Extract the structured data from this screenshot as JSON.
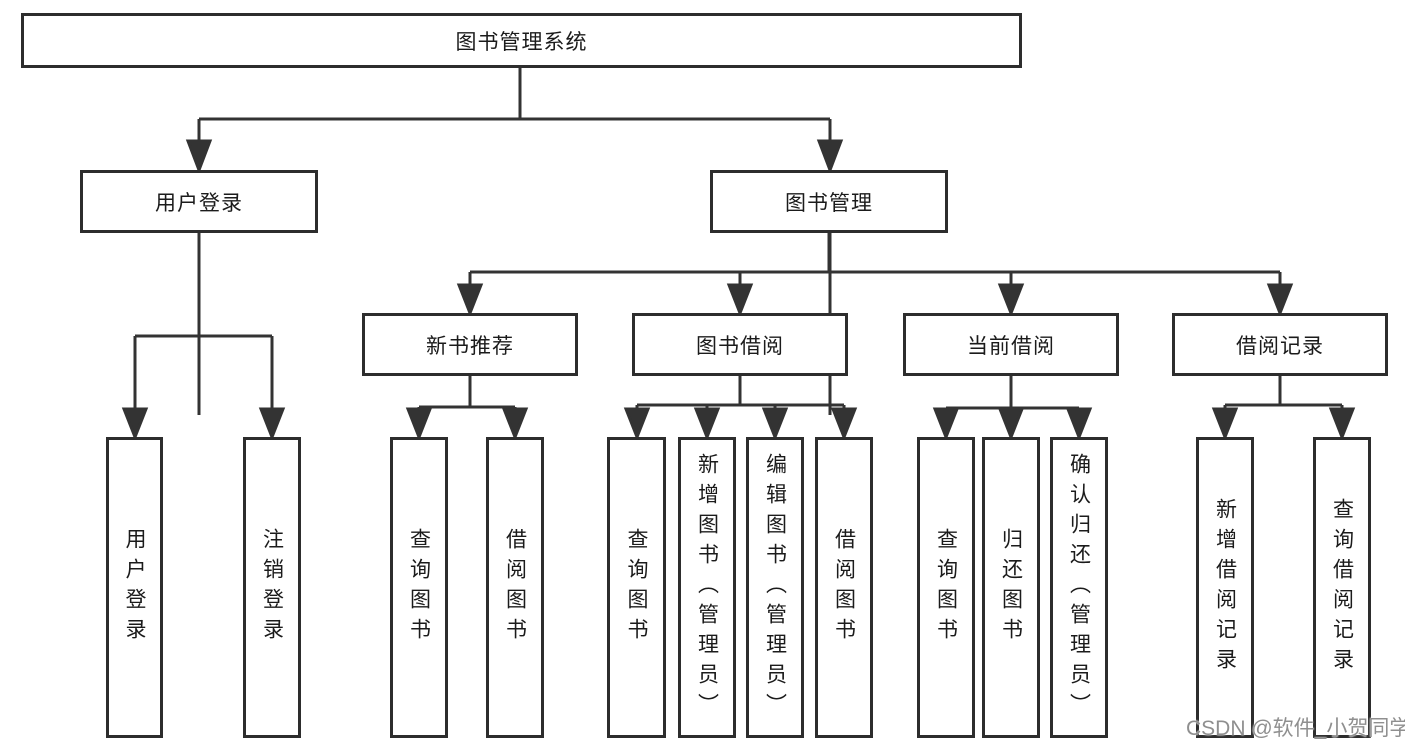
{
  "diagram_title": "图书管理系统",
  "nodes": {
    "root": "图书管理系统",
    "user_login": "用户登录",
    "book_mgmt": "图书管理",
    "new_book_rec": "新书推荐",
    "book_borrow": "图书借阅",
    "current_borrow": "当前借阅",
    "borrow_record": "借阅记录",
    "leaf_user_login": "用户登录",
    "leaf_logout": "注销登录",
    "nbr_query_book": "查询图书",
    "nbr_borrow_book": "借阅图书",
    "bb_query_book": "查询图书",
    "bb_add_book": "新增图书（管理员）",
    "bb_edit_book": "编辑图书（管理员）",
    "bb_borrow_book": "借阅图书",
    "cb_query_book": "查询图书",
    "cb_return_book": "归还图书",
    "cb_confirm_return": "确认归还（管理员）",
    "br_add_record": "新增借阅记录",
    "br_query_record": "查询借阅记录"
  },
  "watermark": "CSDN @软件_小贺同学",
  "colors": {
    "line": "#333333",
    "box_border": "#2d2d2d",
    "text": "#1b1b1b",
    "watermark": "#8f8f8f",
    "background": "#ffffff"
  }
}
